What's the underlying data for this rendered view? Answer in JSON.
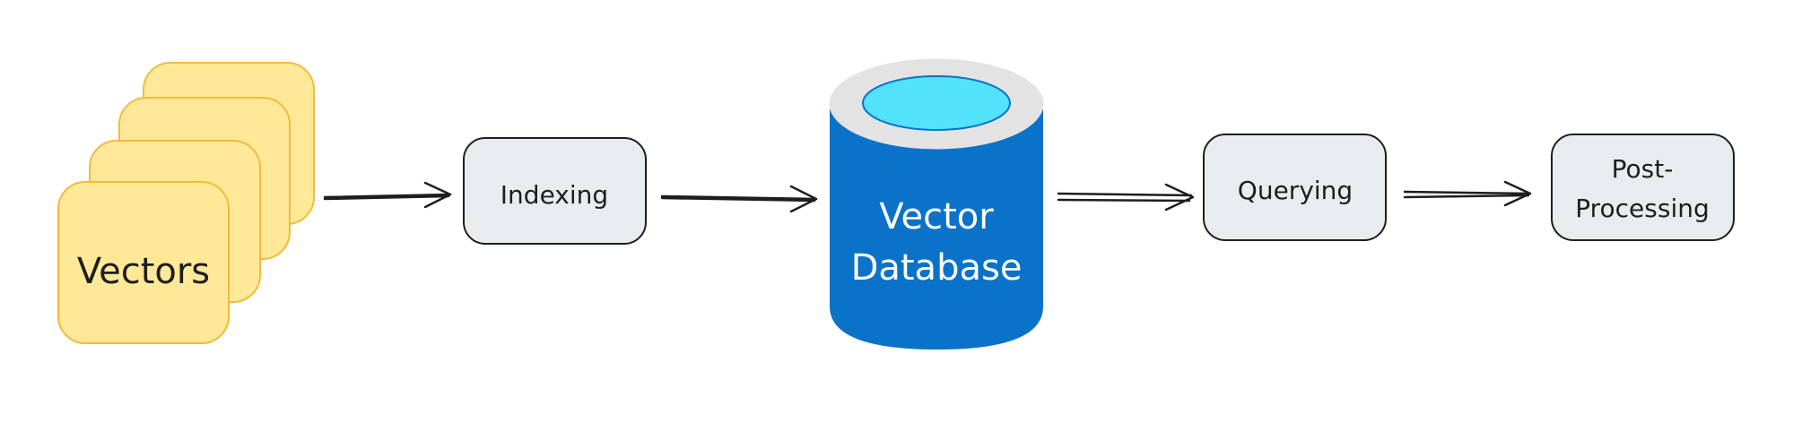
{
  "nodes": {
    "vectors": {
      "label": "Vectors"
    },
    "indexing": {
      "label": "Indexing"
    },
    "database": {
      "line1": "Vector",
      "line2": "Database"
    },
    "querying": {
      "label": "Querying"
    },
    "postprocessing": {
      "line1": "Post-",
      "line2": "Processing"
    }
  },
  "colors": {
    "card_fill": "#ffe999",
    "card_stroke": "#f5b93a",
    "box_fill": "#e9ecef",
    "box_stroke": "#1e1e1e",
    "db_body": "#0a72c9",
    "db_rim": "#e3e3e3",
    "db_top": "#52e3fb",
    "arrow": "#1e1e1e"
  }
}
